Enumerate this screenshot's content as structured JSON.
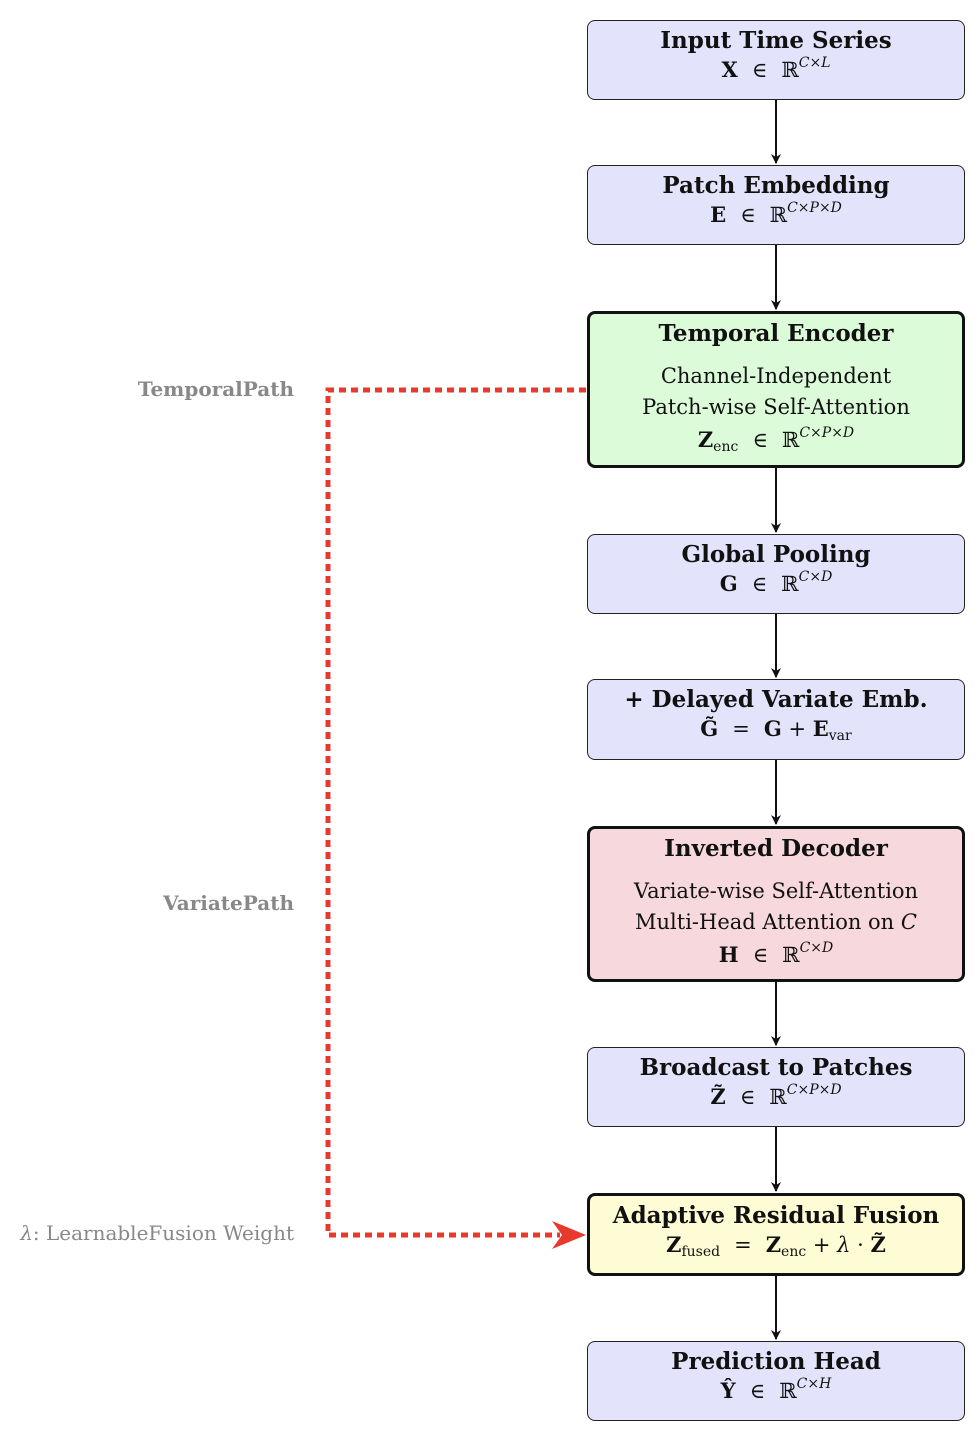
{
  "nodes": [
    {
      "id": "input",
      "title": "Input Time Series",
      "math": {
        "sym": "X",
        "mod": "",
        "sub": "",
        "op": "∈",
        "set": "ℝ",
        "sup": "C×L"
      }
    },
    {
      "id": "patch",
      "title": "Patch Embedding",
      "math": {
        "sym": "E",
        "mod": "",
        "sub": "",
        "op": "∈",
        "set": "ℝ",
        "sup": "C×P×D"
      }
    },
    {
      "id": "temporal",
      "title": "Temporal Encoder",
      "desc": [
        "Channel-Independent",
        "Patch-wise Self-Attention"
      ],
      "math": {
        "sym": "Z",
        "mod": "",
        "sub": "enc",
        "op": "∈",
        "set": "ℝ",
        "sup": "C×P×D"
      }
    },
    {
      "id": "pool",
      "title": "Global Pooling",
      "math": {
        "sym": "G",
        "mod": "",
        "sub": "",
        "op": "∈",
        "set": "ℝ",
        "sup": "C×D"
      }
    },
    {
      "id": "delayed",
      "title": "+ Delayed Variate Emb.",
      "eq": {
        "lhs": "G̃",
        "op": "=",
        "a": "G",
        "plus": "+",
        "b": "E",
        "bsub": "var"
      }
    },
    {
      "id": "inverted",
      "title": "Inverted Decoder",
      "desc": [
        "Variate-wise Self-Attention",
        "Multi-Head Attention on "
      ],
      "descvar": "C",
      "math": {
        "sym": "H",
        "mod": "",
        "sub": "",
        "op": "∈",
        "set": "ℝ",
        "sup": "C×D"
      }
    },
    {
      "id": "broadcast",
      "title": "Broadcast to Patches",
      "math": {
        "sym": "Z̃",
        "mod": "",
        "sub": "",
        "op": "∈",
        "set": "ℝ",
        "sup": "C×P×D"
      }
    },
    {
      "id": "fusion",
      "title": "Adaptive Residual Fusion",
      "eq": {
        "lhs": "Z",
        "lhssub": "fused",
        "op": "=",
        "a": "Z",
        "asub": "enc",
        "plus": "+",
        "lam": "λ",
        "dot": "·",
        "b": "Z̃"
      }
    },
    {
      "id": "head",
      "title": "Prediction Head",
      "math": {
        "sym": "Ŷ",
        "mod": "",
        "sub": "",
        "op": "∈",
        "set": "ℝ",
        "sup": "C×H"
      }
    }
  ],
  "side_labels": {
    "temporal": "TemporalPath",
    "variate": "VariatePath",
    "lambda_sym": "λ",
    "lambda_text": ": LearnableFusion Weight"
  },
  "colors": {
    "default_fill": "#e3e4fb",
    "encoder_fill": "#dcfcd9",
    "decoder_fill": "#f7d8dd",
    "fusion_fill": "#fdfcd4",
    "skip_path": "#e8392d",
    "side_label": "#888888"
  }
}
